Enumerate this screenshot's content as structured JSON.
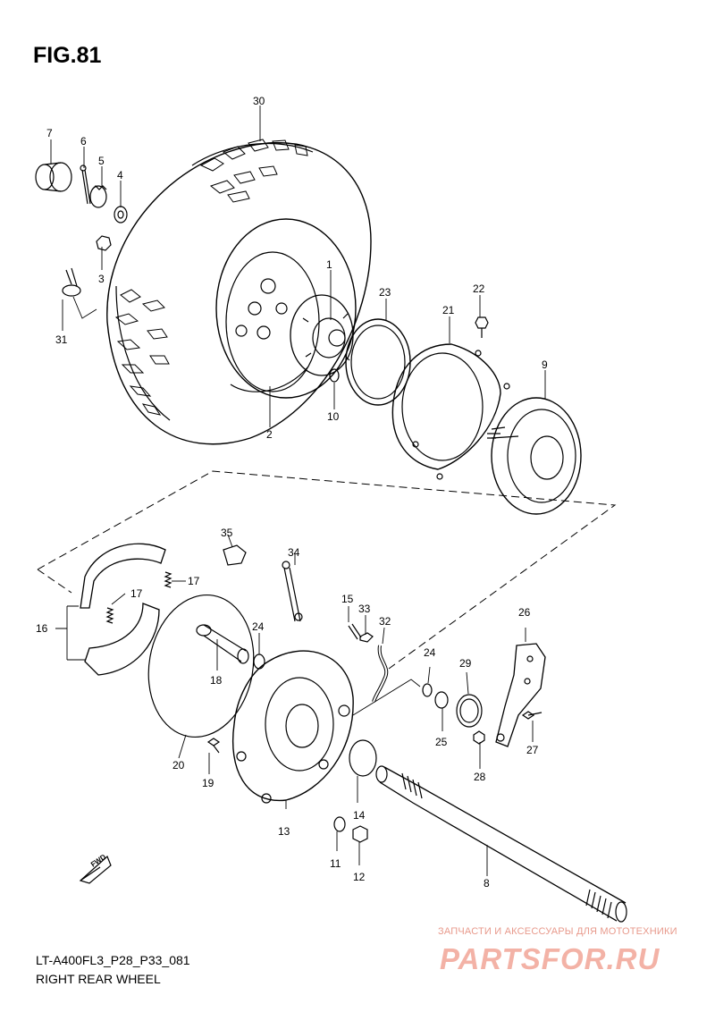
{
  "title": "FIG.81",
  "model_code": "LT-A400FL3_P28_P33_081",
  "caption": "RIGHT REAR WHEEL",
  "fwd_label": "FWD",
  "watermark": {
    "tagline": "ЗАПЧАСТИ И АКСЕССУАРЫ ДЛЯ МОТОТЕХНИКИ",
    "logo": "PARTSFOR.RU",
    "color": "#f3b2a6"
  },
  "callouts": {
    "c1": "1",
    "c2": "2",
    "c3": "3",
    "c4": "4",
    "c5": "5",
    "c6": "6",
    "c7": "7",
    "c8": "8",
    "c9": "9",
    "c10": "10",
    "c11": "11",
    "c12": "12",
    "c13": "13",
    "c14": "14",
    "c15": "15",
    "c16": "16",
    "c17a": "17",
    "c17b": "17",
    "c18": "18",
    "c19": "19",
    "c20": "20",
    "c21": "21",
    "c22": "22",
    "c23": "23",
    "c24a": "24",
    "c24b": "24",
    "c25": "25",
    "c26": "26",
    "c27": "27",
    "c28": "28",
    "c29": "29",
    "c30": "30",
    "c31": "31",
    "c32": "32",
    "c33": "33",
    "c34": "34",
    "c35": "35"
  }
}
